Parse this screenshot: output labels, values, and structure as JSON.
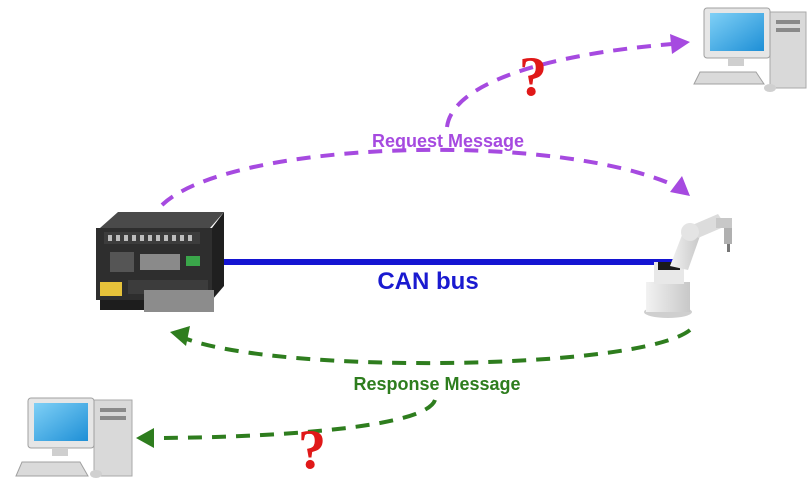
{
  "diagram": {
    "bus_label": "CAN bus",
    "request_label": "Request Message",
    "response_label": "Response Message",
    "unknown_mark_top": "?",
    "unknown_mark_bottom": "?"
  },
  "nodes": [
    {
      "icon": "plc-controller-icon"
    },
    {
      "icon": "robot-arm-icon"
    },
    {
      "icon": "desktop-computer-icon-top"
    },
    {
      "icon": "desktop-computer-icon-bottom"
    }
  ],
  "colors": {
    "bus": "#1414d2",
    "request": "#a64ae0",
    "response": "#2e7d1e",
    "question": "#e01818",
    "label_blue": "#1a1ad0"
  }
}
